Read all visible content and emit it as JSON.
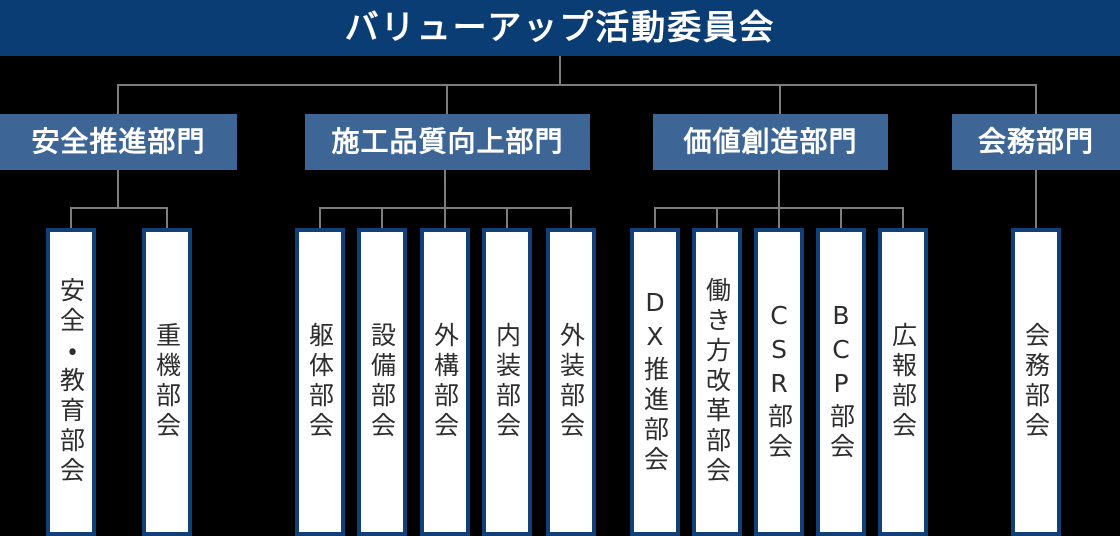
{
  "title": "バリューアップ活動委員会",
  "colors": {
    "background": "#000000",
    "title_bar": "#0b3d75",
    "department_box": "#3d6595",
    "unit_border": "#114078",
    "unit_fill": "#ffffff",
    "unit_text": "#2e2e2e",
    "connector": "#7d7d7d",
    "label_text": "#ffffff"
  },
  "departments": [
    {
      "label": "安全推進部門",
      "units": [
        "安全・教育部会",
        "重機部会"
      ]
    },
    {
      "label": "施工品質向上部門",
      "units": [
        "躯体部会",
        "設備部会",
        "外構部会",
        "内装部会",
        "外装部会"
      ]
    },
    {
      "label": "価値創造部門",
      "units": [
        "DX推進部会",
        "働き方改革部会",
        "CSR部会",
        "BCP部会",
        "広報部会"
      ]
    },
    {
      "label": "会務部門",
      "units": [
        "会務部会"
      ]
    }
  ]
}
